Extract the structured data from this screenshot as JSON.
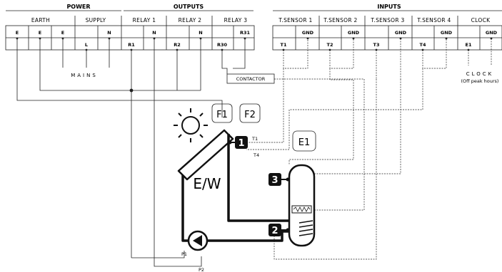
{
  "headers": {
    "power": "POWER",
    "outputs": "OUTPUTS",
    "inputs": "INPUTS"
  },
  "groups": {
    "earth": "EARTH",
    "supply": "SUPPLY",
    "relay1": "RELAY 1",
    "relay2": "RELAY 2",
    "relay3": "RELAY 3",
    "tsensor1": "T.SENSOR 1",
    "tsensor2": "T.SENSOR 2",
    "tsensor3": "T.SENSOR 3",
    "tsensor4": "T.SENSOR 4",
    "clock": "CLOCK"
  },
  "top_cells": {
    "e1": "E",
    "e2": "E",
    "e3": "E",
    "supply_n": "N",
    "r1_n": "N",
    "r2_n": "N",
    "r31": "R31",
    "gnd1": "GND",
    "gnd2": "GND",
    "gnd3": "GND",
    "gnd4": "GND",
    "gnd5": "GND"
  },
  "bottom_cells": {
    "l": "L",
    "r1": "R1",
    "r2": "R2",
    "r30": "R30",
    "t1": "T1",
    "t2": "T2",
    "t3": "T3",
    "t4": "T4",
    "e1": "E1"
  },
  "labels": {
    "mains": "MAINS",
    "contactor": "CONTACTOR",
    "clock_text": "CLOCK",
    "off_peak": "(Off peak hours)",
    "f1": "F1",
    "f2": "F2",
    "e1_box": "E1",
    "ew": "E/W",
    "t1_wire": "T1",
    "t4_wire": "T4",
    "p1": "P1",
    "p2": "P2",
    "badge1": "1",
    "badge2": "2",
    "badge3": "3"
  }
}
